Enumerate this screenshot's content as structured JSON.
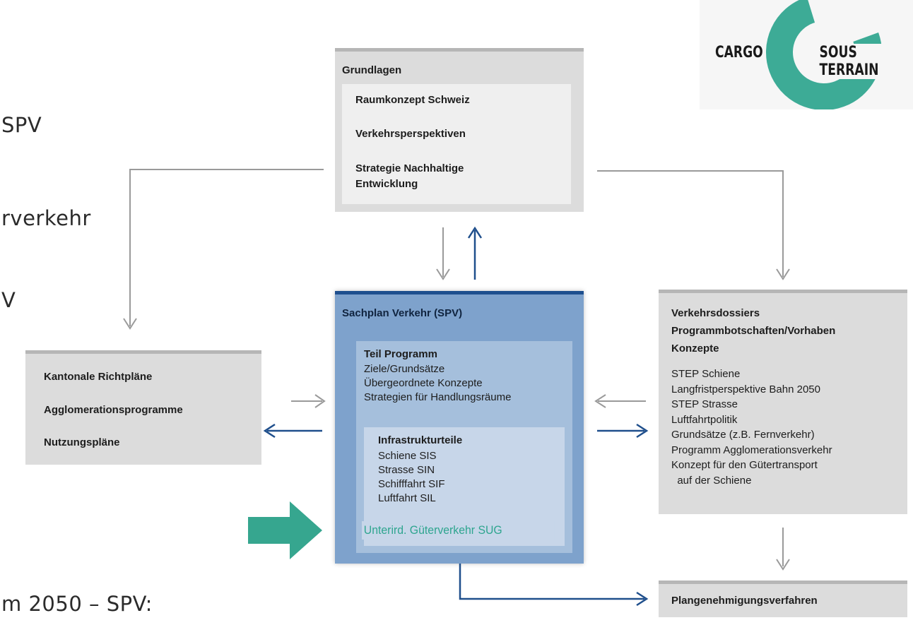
{
  "background_fragments": [
    "SPV",
    "rverkehr",
    "V",
    "m 2050 – SPV:"
  ],
  "logo": {
    "left_word": "CARGO",
    "right_word": "SOUS TERRAIN",
    "ring_color": "#3dab96"
  },
  "grundlagen": {
    "title": "Grundlagen",
    "items": [
      "Raumkonzept Schweiz",
      "Verkehrsperspektiven",
      "Strategie Nachhaltige",
      "Entwicklung"
    ]
  },
  "sachplan": {
    "title": "Sachplan Verkehr (SPV)",
    "programm_title": "Teil Programm",
    "programm_items": [
      "Ziele/Grundsätze",
      "Übergeordnete Konzepte",
      "Strategien für Handlungsräume"
    ],
    "infra_title": "Infrastrukturteile",
    "infra_items": [
      "Schiene SIS",
      "Strasse SIN",
      "Schifffahrt SIF",
      "Luftfahrt SIL"
    ],
    "highlight_item": "Unterird. Güterverkehr SUG",
    "highlight_color": "#2ea58f"
  },
  "kantonal": {
    "items": [
      "Kantonale Richtpläne",
      "Agglomerationsprogramme",
      "Nutzungspläne"
    ]
  },
  "verkehrsdossiers": {
    "title_lines": [
      "Verkehrsdossiers",
      "Programmbotschaften/Vorhaben",
      "Konzepte"
    ],
    "items": [
      "STEP Schiene",
      "Langfristperspektive Bahn 2050",
      "STEP Strasse",
      "Luftfahrtpolitik",
      "Grundsätze (z.B. Fernverkehr)",
      "Programm Agglomerationsverkehr",
      "Konzept für den Gütertransport",
      "  auf der Schiene"
    ]
  },
  "plangenehmigung": {
    "title": "Plangenehmigungsverfahren"
  },
  "colors": {
    "arrow_gray": "#9a9a9a",
    "arrow_blue": "#1f4f8c",
    "pointer": "#36a68f"
  }
}
